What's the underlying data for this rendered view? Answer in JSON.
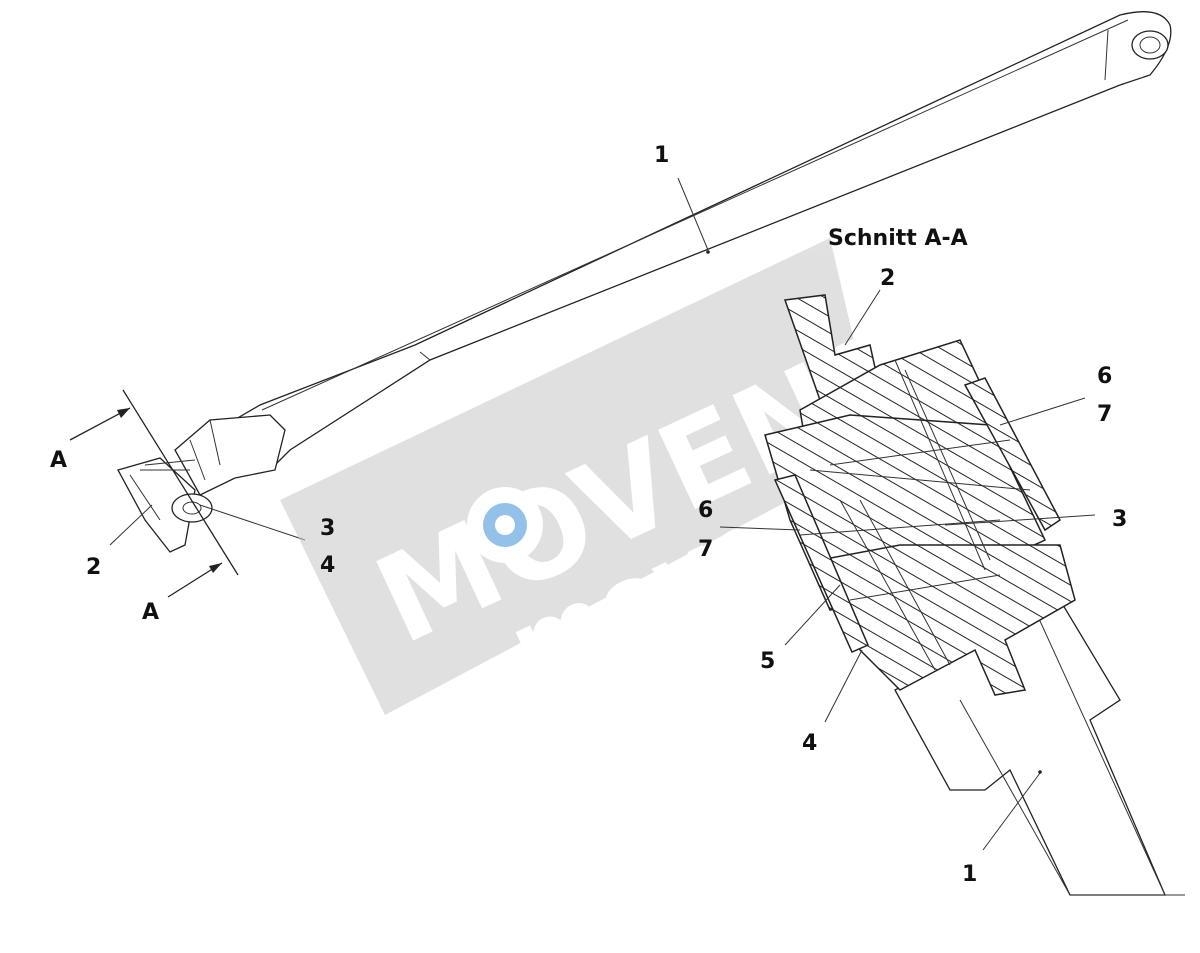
{
  "section_title": "Schnitt A-A",
  "section_marks": [
    "A",
    "A"
  ],
  "callouts_left": [
    "1",
    "2",
    "3",
    "4"
  ],
  "callouts_section": [
    "2",
    "6",
    "7",
    "6",
    "7",
    "3",
    "5",
    "4",
    "1"
  ],
  "watermark": {
    "brand": "MOVENTE",
    "domain": "movente.ru",
    "color_band": "#c8c8c8",
    "color_accent": "#3d8fd8"
  },
  "colors": {
    "line": "#222222",
    "background": "#ffffff"
  }
}
